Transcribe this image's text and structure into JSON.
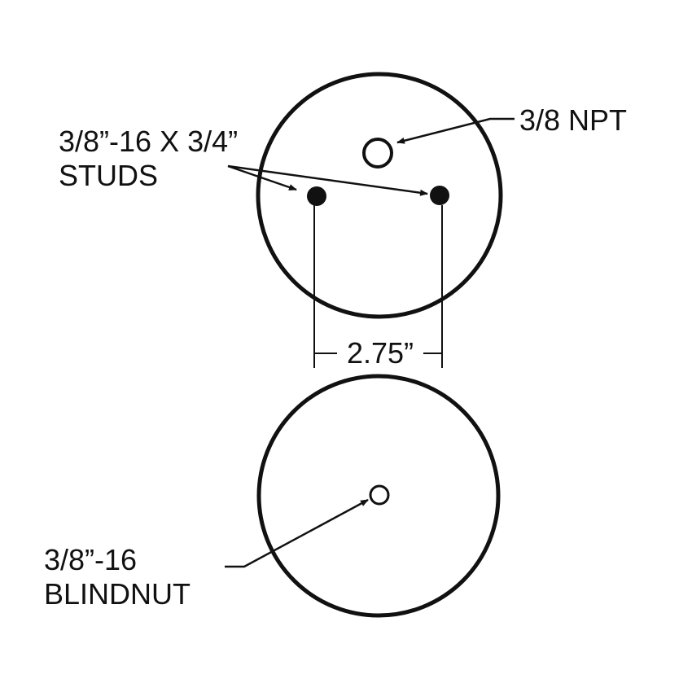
{
  "top_view": {
    "stud_label_line1": "3/8”-16 X 3/4”",
    "stud_label_line2": "STUDS",
    "port_label": "3/8 NPT",
    "spacing_label": "2.75”"
  },
  "bottom_view": {
    "blindnut_label_line1": "3/8”-16",
    "blindnut_label_line2": "BLINDNUT"
  },
  "colors": {
    "line": "#111111",
    "background": "#ffffff"
  }
}
